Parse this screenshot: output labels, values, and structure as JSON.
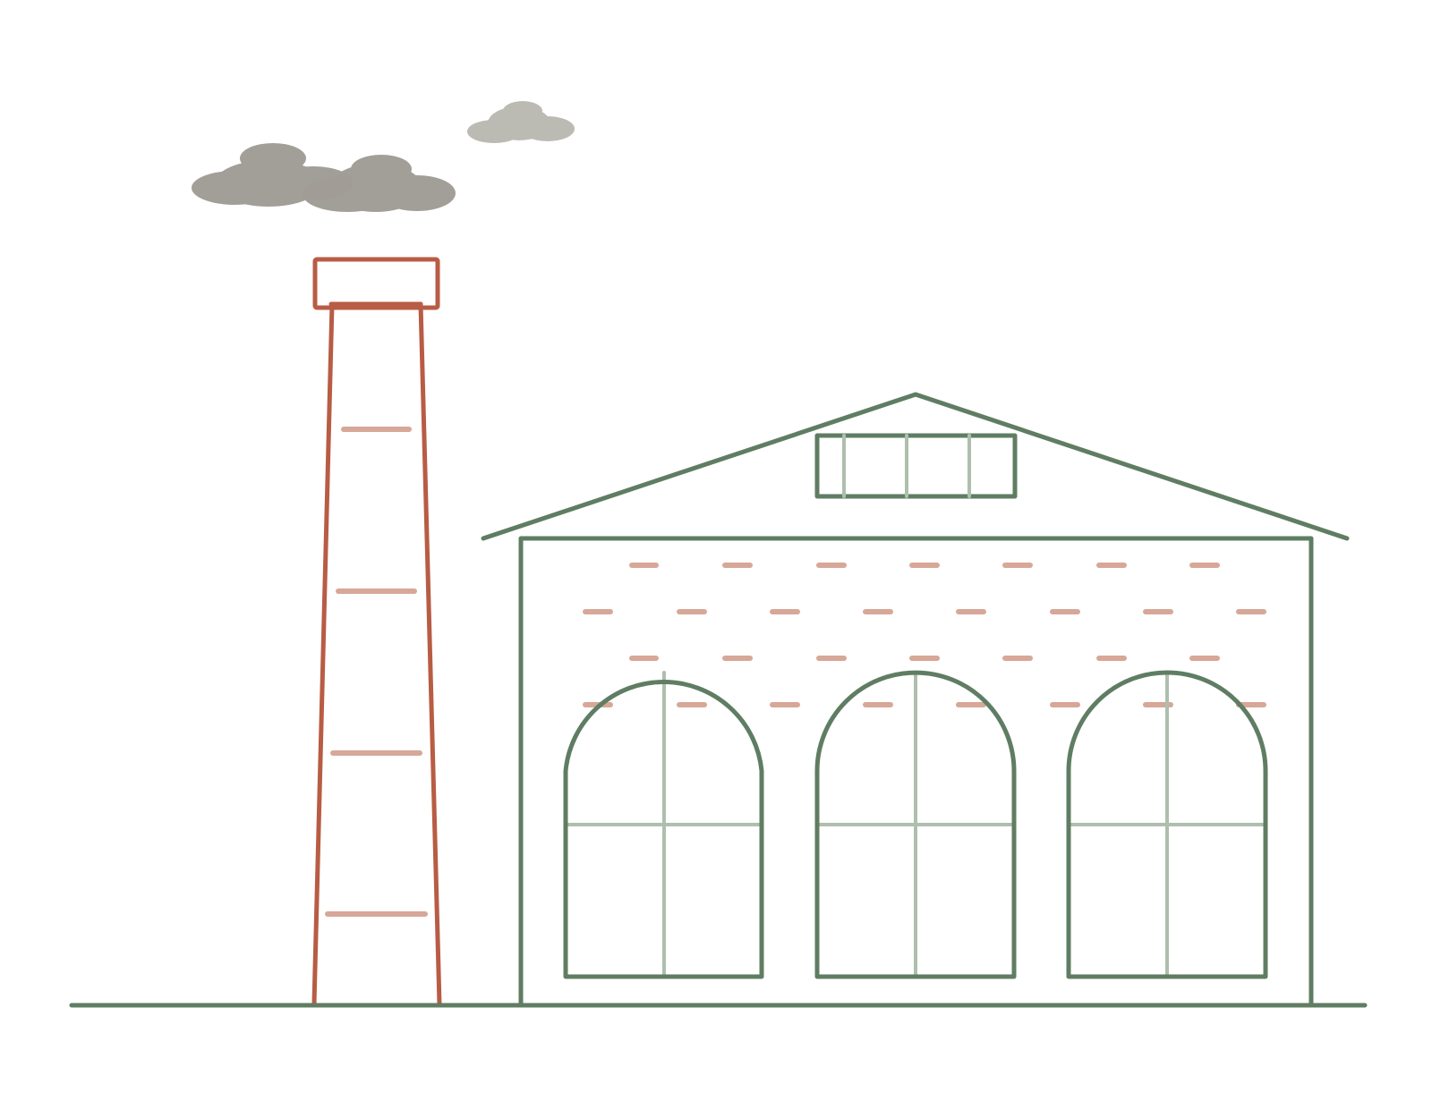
{
  "illustration": {
    "subject": "factory-with-smokestack",
    "colors": {
      "background": "#ffffff",
      "building_line": "#5f7d62",
      "building_line_light": "#aebfad",
      "chimney_line": "#b85c44",
      "brick_mark": "#d7a798",
      "smoke_dark": "#a19d96",
      "smoke_light": "#bcbbb3"
    },
    "arched_window_count": 3,
    "chimney_band_count": 4,
    "brick_rows": 4,
    "cloud_count": 3
  }
}
